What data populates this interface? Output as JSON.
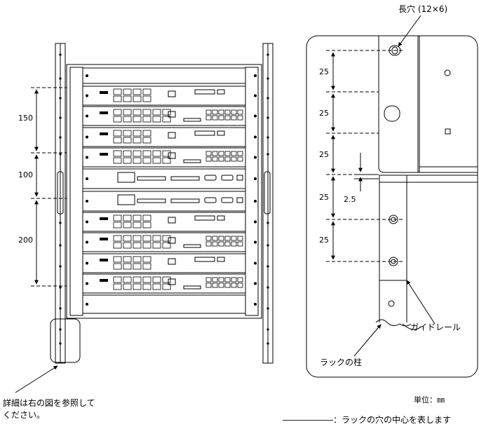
{
  "left_dims": [
    "150",
    "100",
    "200"
  ],
  "left_note": [
    "詳細は右の図を参照して",
    "ください。"
  ],
  "right_top_label": "長穴 (12×6)",
  "right_dims": [
    "25",
    "25",
    "25",
    "25",
    "25"
  ],
  "right_small_dim": "2.5",
  "guide_rail_label": "ガイドレール",
  "rack_pillar_label": "ラックの柱",
  "unit_label": "単位：㎜",
  "legend_text": "――――――：ラックの穴の中心を表します"
}
